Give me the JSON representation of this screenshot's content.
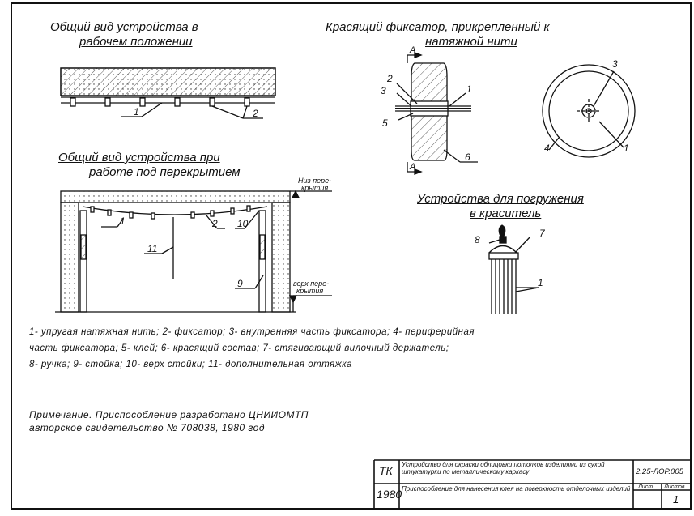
{
  "headings": {
    "view_working": [
      "Общий вид устройства в",
      "рабочем положении"
    ],
    "view_ceiling": [
      "Общий вид устройства при",
      "работе под перекрытием"
    ],
    "clamp": [
      "Красящий фиксатор, прикрепленный к",
      "натяжной нити"
    ],
    "dipping": [
      "Устройства для погружения",
      "в краситель"
    ]
  },
  "labels": {
    "ceiling_bottom": [
      "Низ пере-",
      "крытия"
    ],
    "floor_top": [
      "верх пере-",
      "крытия"
    ],
    "section_a": "А",
    "callouts": [
      "1",
      "2",
      "3",
      "4",
      "5",
      "6",
      "7",
      "8",
      "9",
      "10",
      "11"
    ]
  },
  "legend": [
    "1- упругая натяжная нить; 2- фиксатор; 3- внутренняя часть фиксатора; 4- периферийная",
    "часть фиксатора; 5- клей; 6- красящий состав; 7- стягивающий вилочный держатель;",
    "8- ручка; 9- стойка; 10- верх стойки; 11- дополнительная оттяжка"
  ],
  "note": [
    "Примечание. Приспособление разработано ЦНИИОМТП",
    "авторское свидетельство № 708038, 1980 год"
  ],
  "title_block": {
    "org": "ТК",
    "year": "1980",
    "title_1": "Устройство для окраски облицовки потолков изделиями из сухой штукатурки по металлическому каркасу",
    "title_2": "Приспособление для нанесения клея на поверхность отделочных изделий",
    "code": "2.25-ЛОР.005",
    "sheet_label": "Лист",
    "sheets_label": "Листов",
    "sheets": "1"
  }
}
